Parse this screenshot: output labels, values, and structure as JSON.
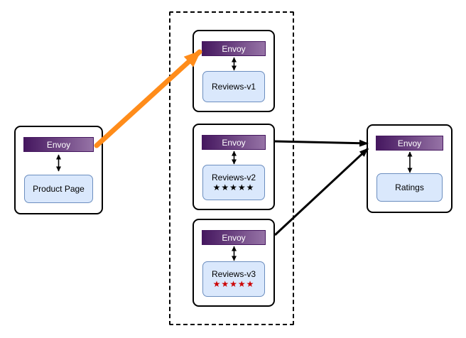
{
  "nodes": {
    "product_page": {
      "proxy_label": "Envoy",
      "label": "Product Page"
    },
    "reviews_v1": {
      "proxy_label": "Envoy",
      "label": "Reviews-v1"
    },
    "reviews_v2": {
      "proxy_label": "Envoy",
      "label": "Reviews-v2",
      "stars": "★★★★★"
    },
    "reviews_v3": {
      "proxy_label": "Envoy",
      "label": "Reviews-v3",
      "stars": "★★★★★"
    },
    "ratings": {
      "proxy_label": "Envoy",
      "label": "Ratings"
    }
  },
  "colors": {
    "envoy_dark": "#45175f",
    "envoy_light": "#9673a6",
    "service_fill": "#dae8fc",
    "service_border": "#6c8ebf",
    "stars_black": "#000000",
    "stars_red": "#cc0000",
    "arrow_orange": "#ff8c1a",
    "arrow_black": "#000000"
  }
}
